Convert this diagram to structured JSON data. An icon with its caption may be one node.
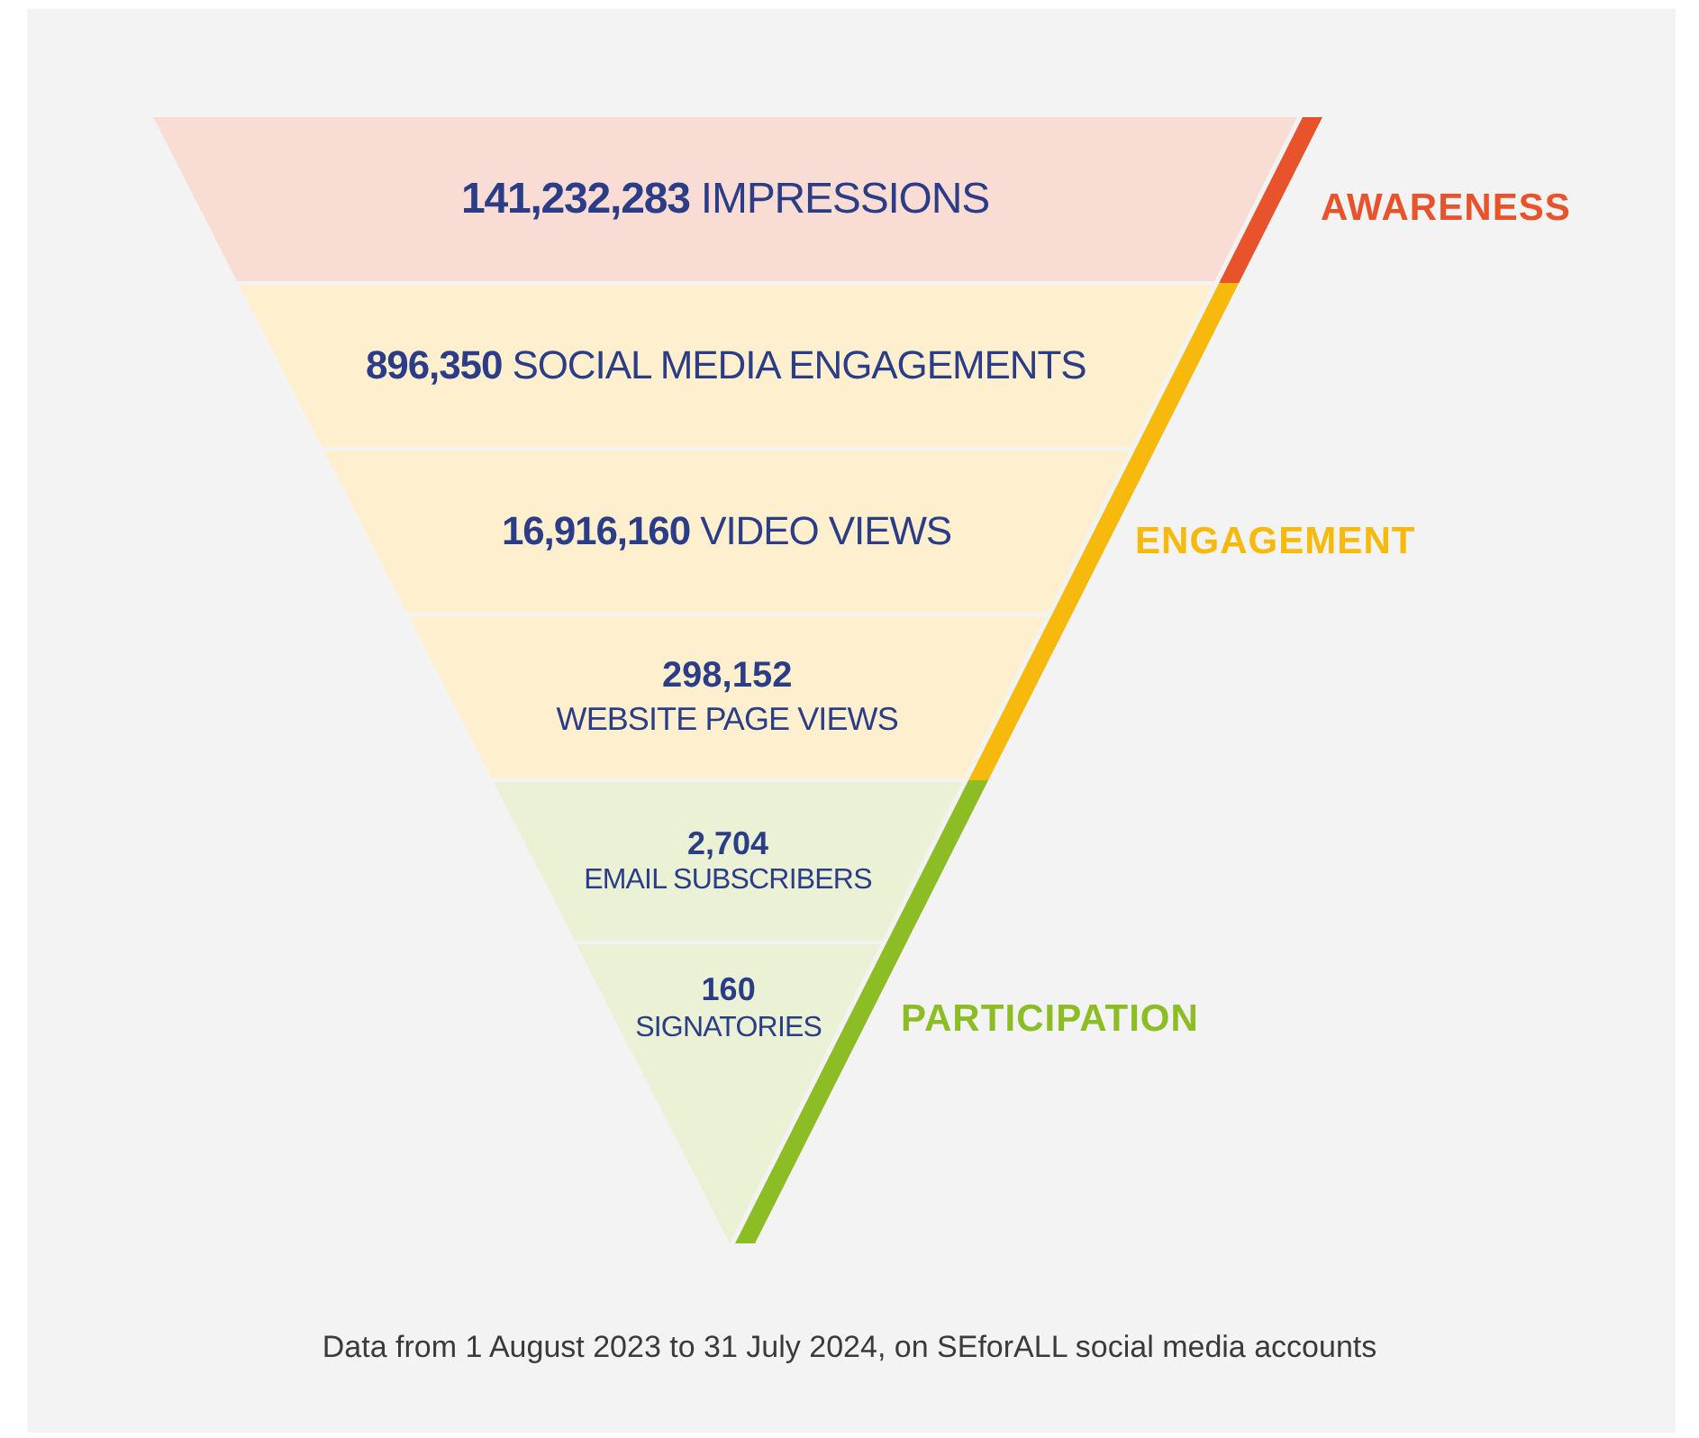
{
  "diagram": {
    "caption": "Data from 1 August 2023 to 31 July 2024, on SEforALL social media accounts",
    "nodes": [
      {
        "text": [
          "**141,232,283** IMPRESSIONS"
        ]
      },
      {
        "text": [
          "**896,350** SOCIAL MEDIA ENGAGEMENTS"
        ]
      },
      {
        "text": [
          "**16,916,160** VIDEO VIEWS"
        ]
      },
      {
        "text": [
          "298,152",
          "WEBSITE PAGE VIEWS"
        ]
      },
      {
        "text": [
          "2,704",
          "EMAIL SUBSCRIBERS"
        ]
      },
      {
        "text": [
          "160",
          "SIGNATORIES"
        ]
      }
    ],
    "labels": [
      "AWARENESS",
      "ENGAGEMENT",
      "PARTICIPATION"
    ]
  }
}
